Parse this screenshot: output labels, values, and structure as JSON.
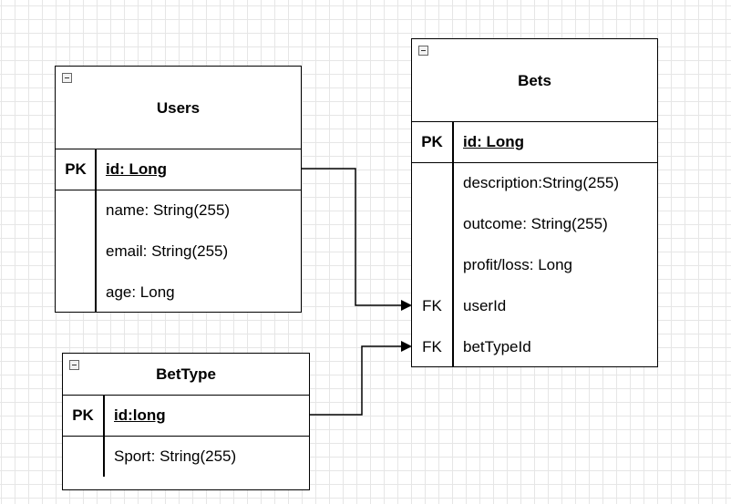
{
  "tables": {
    "users": {
      "title": "Users",
      "pk_label": "PK",
      "pk_field": "id: Long",
      "fields": [
        "name: String(255)",
        "email: String(255)",
        "age: Long"
      ]
    },
    "bets": {
      "title": "Bets",
      "pk_label": "PK",
      "pk_field": "id: Long",
      "fields": [
        "description:String(255)",
        "outcome: String(255)",
        "profit/loss: Long"
      ],
      "fk_label": "FK",
      "fk_fields": [
        "userId",
        "betTypeId"
      ]
    },
    "bettype": {
      "title": "BetType",
      "pk_label": "PK",
      "pk_field": "id:long",
      "fields": [
        "Sport: String(255)"
      ]
    }
  },
  "relations": [
    {
      "from": "Users.id",
      "to": "Bets.userId"
    },
    {
      "from": "BetType.id",
      "to": "Bets.betTypeId"
    }
  ]
}
